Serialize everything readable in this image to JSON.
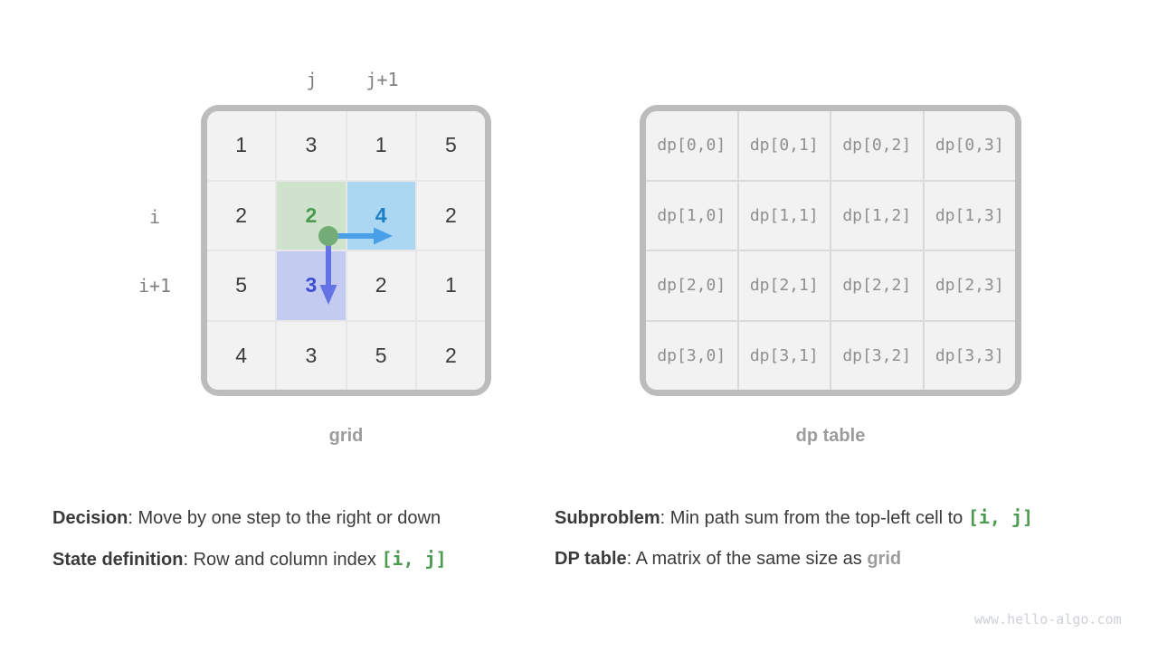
{
  "grid_panel": {
    "caption": "grid",
    "col_labels": [
      "j",
      "j+1"
    ],
    "row_labels": [
      "i",
      "i+1"
    ],
    "cells": [
      [
        "1",
        "3",
        "1",
        "5"
      ],
      [
        "2",
        "2",
        "4",
        "2"
      ],
      [
        "5",
        "3",
        "2",
        "1"
      ],
      [
        "4",
        "3",
        "5",
        "2"
      ]
    ]
  },
  "dp_panel": {
    "caption": "dp table",
    "cells": [
      [
        "dp[0,0]",
        "dp[0,1]",
        "dp[0,2]",
        "dp[0,3]"
      ],
      [
        "dp[1,0]",
        "dp[1,1]",
        "dp[1,2]",
        "dp[1,3]"
      ],
      [
        "dp[2,0]",
        "dp[2,1]",
        "dp[2,2]",
        "dp[2,3]"
      ],
      [
        "dp[3,0]",
        "dp[3,1]",
        "dp[3,2]",
        "dp[3,3]"
      ]
    ]
  },
  "notes": {
    "left": [
      {
        "label": "Decision",
        "text": ": Move by one step to the right or down",
        "code": ""
      },
      {
        "label": "State definition",
        "text": ": Row and column index ",
        "code": "[i, j]"
      }
    ],
    "right": [
      {
        "label": "Subproblem",
        "text": ": Min path sum from the top-left cell to ",
        "code": "[i, j]"
      },
      {
        "label": "DP table",
        "text": ": A matrix of the same size as ",
        "code": "grid"
      }
    ]
  },
  "watermark": "www.hello-algo.com",
  "colors": {
    "cell_bg": "#f2f2f2",
    "panel_border": "#bcbcbc",
    "highlight_green_bg": "#cfe3cc",
    "highlight_green_text": "#4c9b51",
    "highlight_blue_bg": "#abd7f2",
    "highlight_blue_text": "#1b80c4",
    "highlight_purple_bg": "#c4cbf0",
    "highlight_purple_text": "#3c4fd2",
    "arrow_right": "#4aa0e8",
    "arrow_down": "#6373e4",
    "dot_green": "#74ac77"
  }
}
